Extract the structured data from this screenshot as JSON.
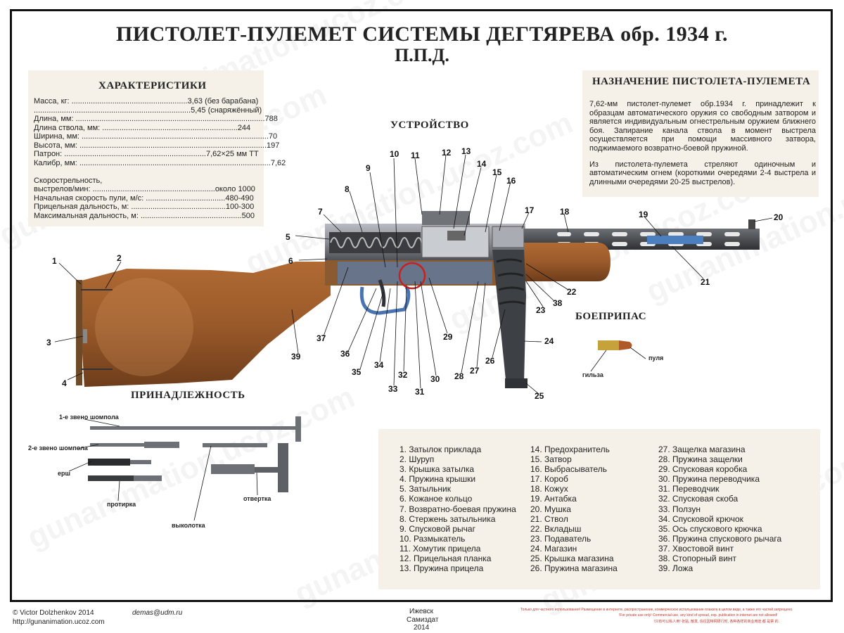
{
  "title": {
    "line1": "ПИСТОЛЕТ-ПУЛЕМЕТ СИСТЕМЫ ДЕГТЯРЕВА обр. 1934 г.",
    "line2": "П.П.Д."
  },
  "specs": {
    "heading": "ХАРАКТЕРИСТИКИ",
    "lines": [
      "Масса, кг: ......................................................3,63 (без барабана)",
      ".........................................................................5,45 (снаряжённый)",
      "Длина, мм: ........................................................................................788",
      "Длина ствола, мм: ...............................................................244",
      "Ширина, мм: .......................................................................................70",
      "Высота, мм: .......................................................................................197",
      "Патрон: ..................................................................7,62×25 мм ТТ",
      "Калибр, мм: .........................................................................................7,62",
      "",
      "Скорострельность,",
      "выстрелов/мин: .........................................................около 1000",
      "Начальная скорость пули, м/с: .....................................480-490",
      "Прицельная дальность, м: ............................................100-300",
      "Максимальная дальность, м: ...............................................500"
    ]
  },
  "purpose": {
    "heading": "НАЗНАЧЕНИЕ ПИСТОЛЕТА-ПУЛЕМЕТА",
    "p1": "7,62-мм пистолет-пулемет обр.1934 г. принадлежит к образцам автоматического оружия со свободным затвором и является индивидуальным огнестрельным оружием ближнего боя. Запирание канала ствола в момент выстрела осуществляется при помощи массивного затвора, поджимаемого возвратно-боевой пружиной.",
    "p2": "Из пистолета-пулемета стреляют одиночным и автоматическим огнем (короткими очередями 2-4 выстрела и длинными очередями 20-25 выстрелов)."
  },
  "section_device": "УСТРОЙСТВО",
  "section_ammo": "БОЕПРИПАС",
  "section_accessories": "ПРИНАДЛЕЖНОСТЬ",
  "ammo_labels": {
    "bullet": "пуля",
    "case": "гильза"
  },
  "accessories": {
    "rod1": "1-е звено шомпола",
    "rod2": "2-е звено шомпола",
    "brush": "ерш",
    "wiper": "протирка",
    "drift": "выколотка",
    "screwdriver": "отвертка"
  },
  "callout_numbers": [
    "1",
    "2",
    "3",
    "4",
    "5",
    "6",
    "7",
    "8",
    "9",
    "10",
    "11",
    "12",
    "13",
    "14",
    "15",
    "16",
    "17",
    "18",
    "19",
    "20",
    "21",
    "22",
    "23",
    "24",
    "25",
    "26",
    "27",
    "28",
    "29",
    "30",
    "31",
    "32",
    "33",
    "34",
    "35",
    "36",
    "37",
    "38",
    "39"
  ],
  "parts_col1": [
    "1. Затылок приклада",
    "2. Шуруп",
    "3. Крышка затылка",
    "4. Пружина крышки",
    "5. Затыльник",
    "6. Кожаное кольцо",
    "7. Возвратно-боевая пружина",
    "8. Стержень затыльника",
    "9. Спусковой рычаг",
    "10. Размыкатель",
    "11. Хомутик прицела",
    "12. Прицельная планка",
    "13. Пружина прицела"
  ],
  "parts_col2": [
    "14. Предохранитель",
    "15. Затвор",
    "16. Выбрасыватель",
    "17. Короб",
    "18. Кожух",
    "19. Антабка",
    "20. Мушка",
    "21. Ствол",
    "22. Вкладыш",
    "23. Подаватель",
    "24. Магазин",
    "25. Крышка магазина",
    "26. Пружина магазина"
  ],
  "parts_col3": [
    "27. Защелка магазина",
    "28. Пружина защелки",
    "29. Спусковая коробка",
    "30. Пружина переводчика",
    "31. Переводчик",
    "32. Спусковая скоба",
    "33. Ползун",
    "34. Спусковой крючок",
    "35. Ось спускового крючка",
    "36. Пружина спускового рычага",
    "37. Хвостовой винт",
    "38. Стопорный винт",
    "39. Ложа"
  ],
  "footer": {
    "copyright": "© Victor Dolzhenkov 2014",
    "email": "demas@udm.ru",
    "url": "http://gunanimation.ucoz.com",
    "city": "Ижевск",
    "publisher": "Самиздат",
    "year": "2014",
    "notice1": "Только для частного использования!  Размещение в интернете, распространение, коммерческое использование плаката в целом виде, а также его частей запрещено.",
    "notice2": "!For private use only!  Commercial use, any kind of spread, exp. publication in internet are not allowed!",
    "notice3": "!只有可以私人用!  张贴, 散发, 信往因特网研行时, 各种各样的商业用途 都 是禁 的."
  },
  "watermark": "gunanimation.ucoz.com",
  "colors": {
    "wood": "#9a5a2a",
    "metal": "#7a7d82",
    "panel": "#f6f1e8",
    "accent_red": "#c8201e"
  }
}
